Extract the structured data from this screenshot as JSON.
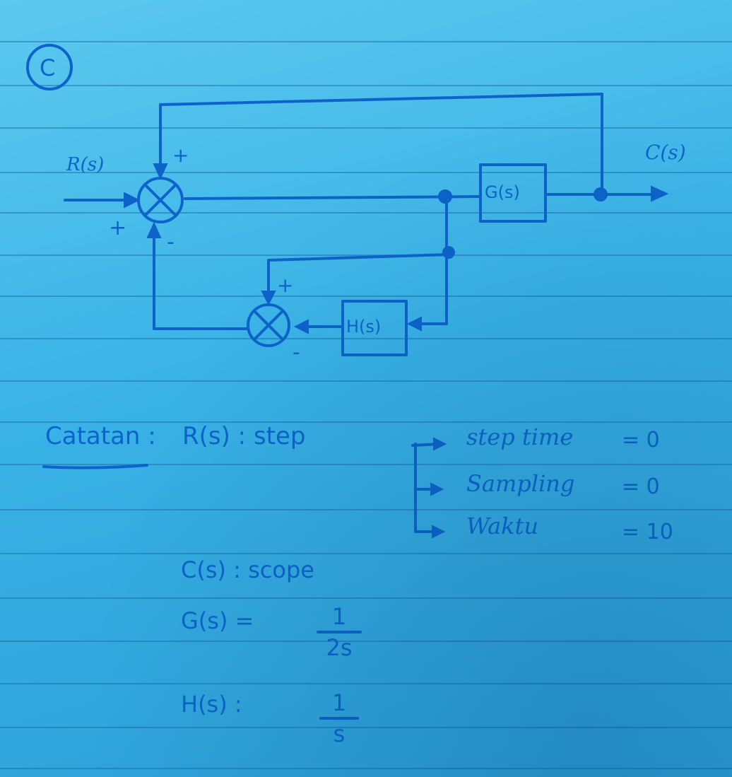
{
  "diagram": {
    "label": "C",
    "input": "R(s)",
    "output": "C(s)",
    "blocks": {
      "forward": "G(s)",
      "feedback": "H(s)"
    },
    "signs": {
      "sum1_top": "+",
      "sum1_left": "+",
      "sum1_bottom": "-",
      "sum2_top": "+",
      "sum2_bottom": "-"
    }
  },
  "notes": {
    "heading": "Catatan :",
    "input_line": "R(s) : step",
    "step_params": [
      {
        "name": "step time",
        "value": "= 0"
      },
      {
        "name": "Sampling",
        "value": "= 0"
      },
      {
        "name": "Waktu",
        "value": "= 10"
      }
    ],
    "output_line": "C(s) : scope",
    "g_label": "G(s) =",
    "g_num": "1",
    "g_den": "2s",
    "h_label": "H(s) :",
    "h_num": "1",
    "h_den": "s"
  }
}
